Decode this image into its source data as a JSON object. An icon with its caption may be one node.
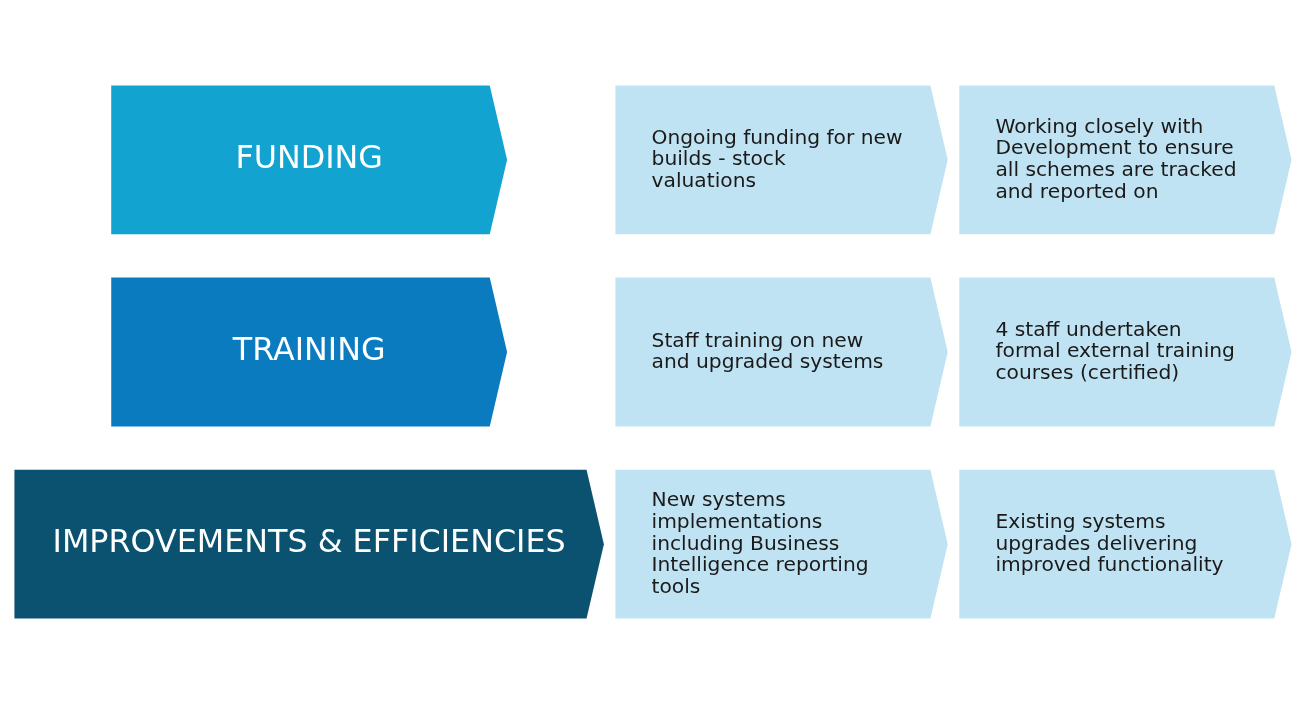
{
  "diagram": {
    "nodes": [
      {
        "text": [
          "IMPROVEMENTS & EFFICIENCIES"
        ]
      },
      {
        "text": [
          "New systems implementations including Business Intelligence reporting tools"
        ]
      },
      {
        "text": [
          "Existing systems upgrades delivering improved functionality"
        ]
      },
      {
        "text": [
          "TRAINING"
        ]
      },
      {
        "text": [
          "Staff training on new and upgraded systems"
        ]
      },
      {
        "text": [
          "4 staff undertaken formal external training courses (certified)"
        ]
      },
      {
        "text": [
          "FUNDING"
        ]
      },
      {
        "text": [
          "Ongoing funding for new builds - stock valuations"
        ]
      },
      {
        "text": [
          "Working closely with Development to ensure all schemes are tracked and reported on"
        ]
      }
    ]
  }
}
